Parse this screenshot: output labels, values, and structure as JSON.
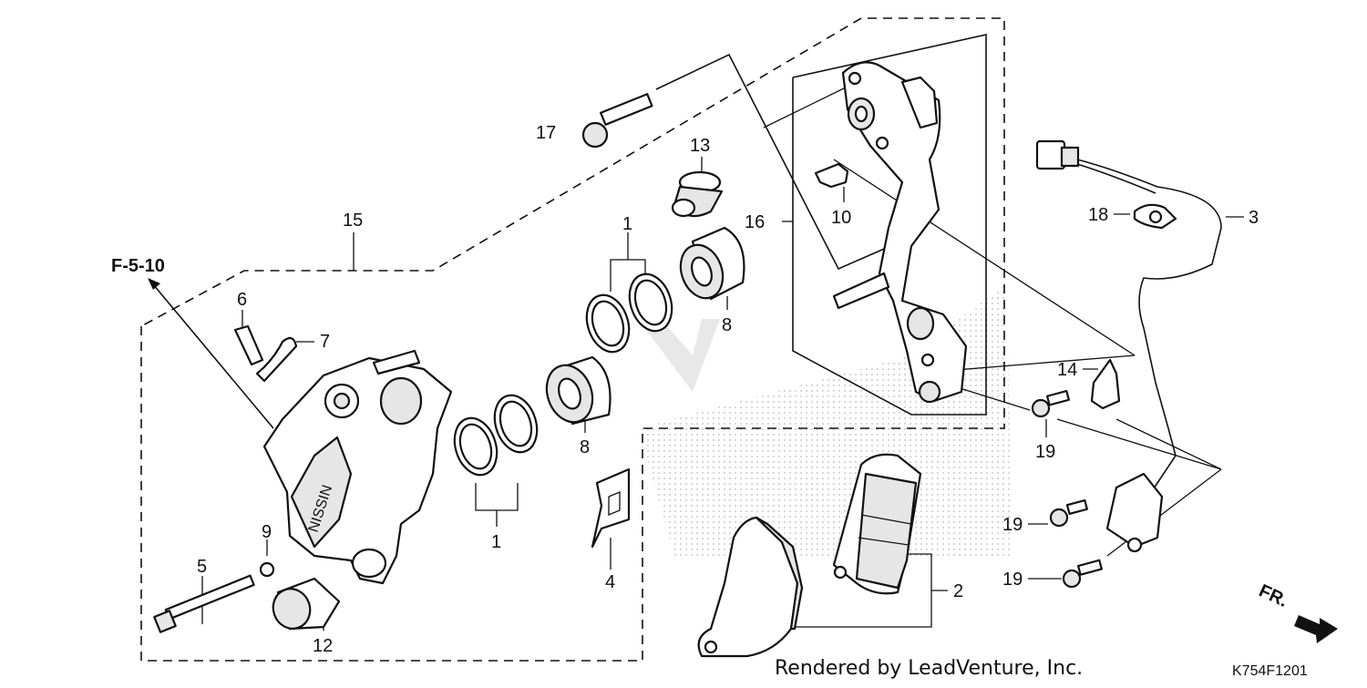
{
  "diagram": {
    "ref_label": "F-5-10",
    "callouts": {
      "c1a": "1",
      "c1b": "1",
      "c2": "2",
      "c3": "3",
      "c4": "4",
      "c5": "5",
      "c6": "6",
      "c7": "7",
      "c8a": "8",
      "c8b": "8",
      "c9": "9",
      "c10": "10",
      "c12": "12",
      "c13": "13",
      "c14": "14",
      "c15": "15",
      "c16": "16",
      "c17": "17",
      "c18": "18",
      "c19a": "19",
      "c19b": "19",
      "c19c": "19"
    },
    "caliper_brand": "NISSIN",
    "direction_label": "FR.",
    "credit": "Rendered by LeadVenture, Inc.",
    "diagram_code": "K754F1201"
  }
}
